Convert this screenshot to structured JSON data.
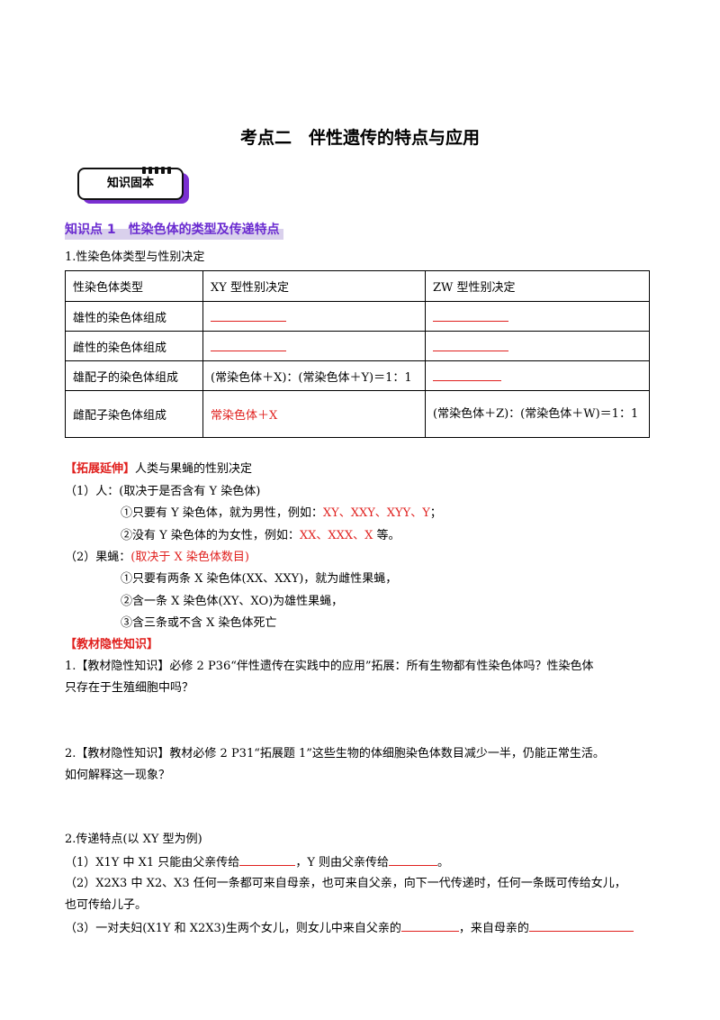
{
  "title": "考点二　伴性遗传的特点与应用",
  "badge": "知识固本",
  "section_heading": "知识点 1　性染色体的类型及传递特点",
  "subsection1": "1.性染色体类型与性别决定",
  "table": {
    "header": [
      "性染色体类型",
      "XY 型性别决定",
      "ZW 型性别决定"
    ],
    "rows": [
      {
        "label": "雄性的染色体组成",
        "xy": "",
        "zw": ""
      },
      {
        "label": "雌性的染色体组成",
        "xy": "",
        "zw": ""
      },
      {
        "label": "雄配子的染色体组成",
        "xy": "(常染色体＋X)：(常染色体＋Y)＝1：1",
        "zw": ""
      },
      {
        "label": "雌配子染色体组成",
        "xy": "常染色体＋X",
        "zw": "(常染色体＋Z)：(常染色体＋W)＝1：1"
      }
    ]
  },
  "extension": {
    "tag": "【拓展延伸】",
    "title": "人类与果蝇的性别决定",
    "human": "（1）人：(取决于是否含有 Y 染色体)",
    "human_1_prefix": "①只要有 Y 染色体，就为男性，例如：",
    "human_1_examples": "XY、XXY、XYY、Y",
    "human_1_suffix": "；",
    "human_2_prefix": "②没有 Y 染色体的为女性，例如：",
    "human_2_examples": "XX、XXX、X",
    "human_2_suffix": " 等。",
    "fly": "（2）果蝇：",
    "fly_note": "(取决于 X 染色体数目)",
    "fly_1": "①只要有两条 X 染色体(XX、XXY)，就为雌性果蝇，",
    "fly_2": "②含一条 X 染色体(XY、XO)为雄性果蝇，",
    "fly_3": "③含三条或不含 X 染色体死亡"
  },
  "hidden": {
    "tag": "【教材隐性知识】",
    "q1_line1": "1.【教材隐性知识】必修 2 P36“伴性遗传在实践中的应用”拓展：所有生物都有性染色体吗？性染色体",
    "q1_line2": "只存在于生殖细胞中吗？",
    "q2_line1": "2.【教材隐性知识】教材必修 2 P31“拓展题 1”这些生物的体细胞染色体数目减少一半，仍能正常生活。",
    "q2_line2": "如何解释这一现象？"
  },
  "transmission": {
    "title": "2.传递特点(以 XY 型为例)",
    "l1_a": "（1）X1Y 中 X1 只能由父亲传给",
    "l1_b": "，Y 则由父亲传给",
    "l1_c": "。",
    "l2_line1": "（2）X2X3 中 X2、X3 任何一条都可来自母亲，也可来自父亲，向下一代传递时，任何一条既可传给女儿，",
    "l2_line2": "也可传给儿子。",
    "l3_a": "（3）一对夫妇(X1Y 和 X2X3)生两个女儿，则女儿中来自父亲的",
    "l3_b": "，来自母亲的"
  }
}
